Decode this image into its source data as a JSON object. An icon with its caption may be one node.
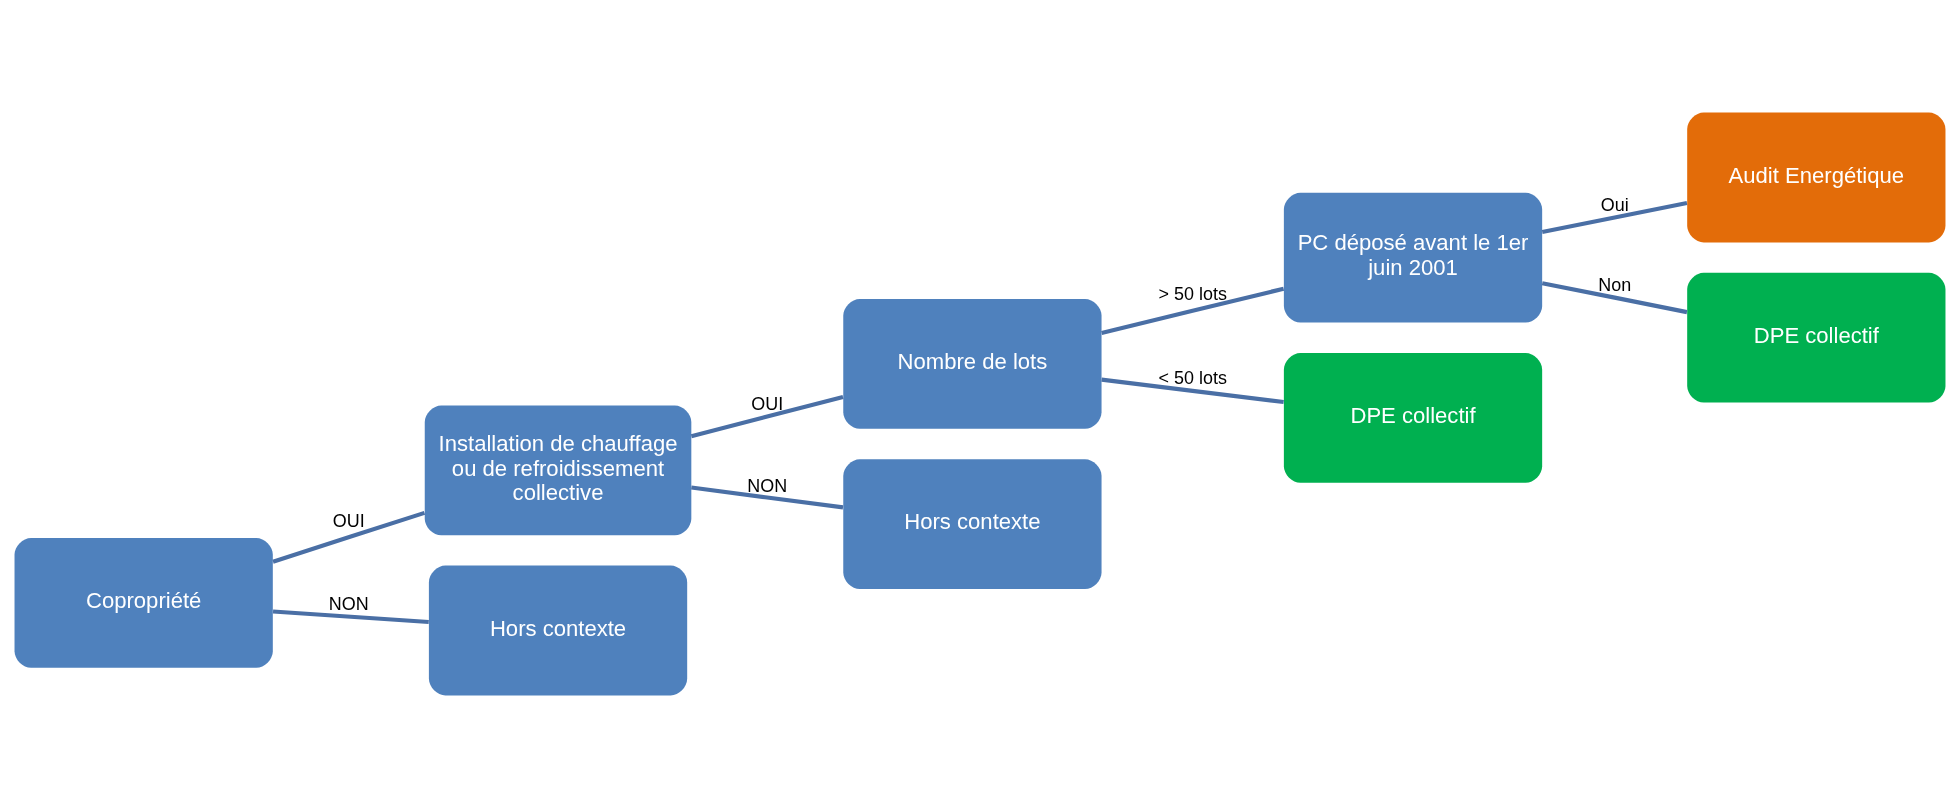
{
  "diagram": {
    "nodes": [
      {
        "text": [
          "Copropriété"
        ]
      },
      {
        "text": [
          "Installation de chauffage ou de refroidissement collective"
        ]
      },
      {
        "text": [
          "Hors contexte"
        ]
      },
      {
        "text": [
          "Nombre de lots"
        ]
      },
      {
        "text": [
          "Hors contexte"
        ]
      },
      {
        "text": [
          "PC déposé avant le 1er juin 2001"
        ]
      },
      {
        "text": [
          "DPE collectif"
        ]
      },
      {
        "text": [
          "Audit Energétique"
        ]
      },
      {
        "text": [
          "DPE collectif"
        ]
      }
    ],
    "edges": [
      {
        "from": 0,
        "to": 1,
        "arrow": "none",
        "label": "OUI"
      },
      {
        "from": 0,
        "to": 2,
        "arrow": "none",
        "label": "NON"
      },
      {
        "from": 1,
        "to": 3,
        "arrow": "none",
        "label": "OUI"
      },
      {
        "from": 1,
        "to": 4,
        "arrow": "none",
        "label": "NON"
      },
      {
        "from": 3,
        "to": 5,
        "arrow": "none",
        "label": "> 50 lots"
      },
      {
        "from": 3,
        "to": 6,
        "arrow": "none",
        "label": "< 50 lots"
      },
      {
        "from": 5,
        "to": 7,
        "arrow": "none",
        "label": "Oui"
      },
      {
        "from": 5,
        "to": 8,
        "arrow": "none",
        "label": "Non"
      }
    ]
  }
}
